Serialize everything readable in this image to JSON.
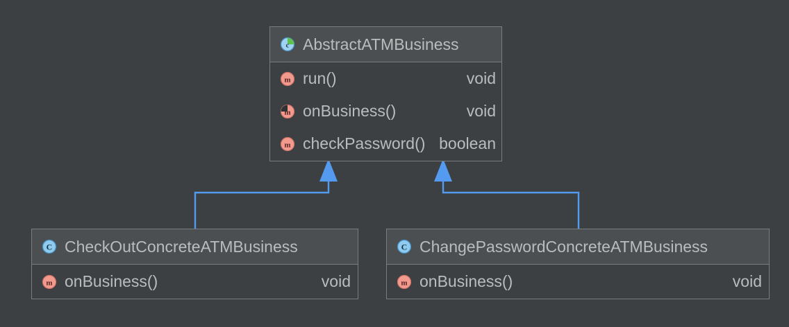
{
  "diagram": {
    "kind": "uml-class-diagram",
    "background_color": "#3c4043",
    "edge_color": "#549aee",
    "box_border_color": "#787d80",
    "header_fill": "#4b4f51",
    "body_fill": "#3c4043",
    "text_color": "#b9bdbe",
    "class_icon_color": "#84c3e8",
    "abstract_accent_color": "#5fbf4f",
    "method_icon_color": "#f29a8e"
  },
  "classes": {
    "abstract_atm_business": {
      "name": "AbstractATMBusiness",
      "icon": "abstract-class-icon",
      "stereotype": "abstract",
      "members": [
        {
          "name": "run()",
          "type": "void",
          "icon": "method-icon",
          "abstract": false
        },
        {
          "name": "onBusiness()",
          "type": "void",
          "icon": "abstract-method-icon",
          "abstract": true
        },
        {
          "name": "checkPassword()",
          "type": "boolean",
          "icon": "method-icon",
          "abstract": false
        }
      ]
    },
    "check_out_concrete": {
      "name": "CheckOutConcreteATMBusiness",
      "icon": "class-icon",
      "stereotype": "class",
      "members": [
        {
          "name": "onBusiness()",
          "type": "void",
          "icon": "method-icon",
          "abstract": false
        }
      ]
    },
    "change_password_concrete": {
      "name": "ChangePasswordConcreteATMBusiness",
      "icon": "class-icon",
      "stereotype": "class",
      "members": [
        {
          "name": "onBusiness()",
          "type": "void",
          "icon": "method-icon",
          "abstract": false
        }
      ]
    }
  },
  "relations": [
    {
      "from": "CheckOutConcreteATMBusiness",
      "to": "AbstractATMBusiness",
      "kind": "generalization"
    },
    {
      "from": "ChangePasswordConcreteATMBusiness",
      "to": "AbstractATMBusiness",
      "kind": "generalization"
    }
  ]
}
